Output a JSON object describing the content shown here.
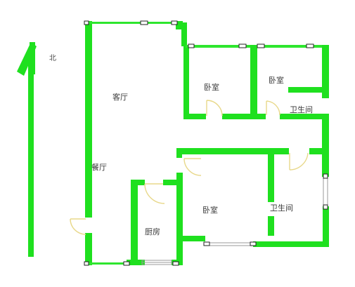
{
  "north": {
    "label": "北"
  },
  "rooms": {
    "living": "客厅",
    "dining": "餐厅",
    "bedroom_top": "卧室",
    "bedroom_upper_right": "卧室",
    "bathroom_1": "卫生间",
    "bedroom_bottom": "卧室",
    "kitchen": "厨房",
    "bathroom_2": "卫生间"
  },
  "colors": {
    "wall": "#1fe01f",
    "door": "#e8d88a",
    "window": "#9a9a9a"
  }
}
